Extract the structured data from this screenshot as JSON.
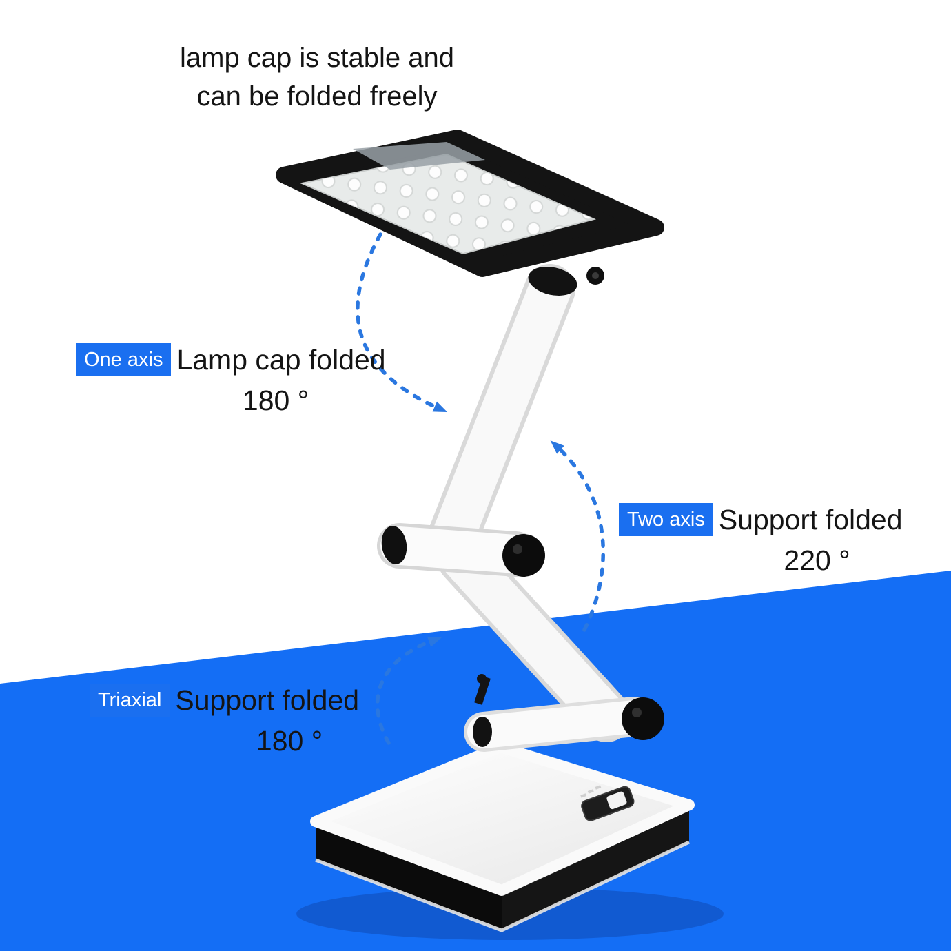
{
  "heading": {
    "line1": "lamp cap is stable and",
    "line2": "can be folded freely"
  },
  "callouts": {
    "one_axis": {
      "badge": "One axis",
      "label": "Lamp cap folded",
      "angle": "180 °"
    },
    "two_axis": {
      "badge": "Two axis",
      "label": "Support folded",
      "angle": "220 °"
    },
    "triaxial": {
      "badge": "Triaxial",
      "label": "Support folded",
      "angle": "180 °"
    }
  },
  "colors": {
    "badge_blue": "#1a6ff0",
    "floor_blue": "#146ef5",
    "arrow_blue": "#2a77e0",
    "text_black": "#141414"
  }
}
